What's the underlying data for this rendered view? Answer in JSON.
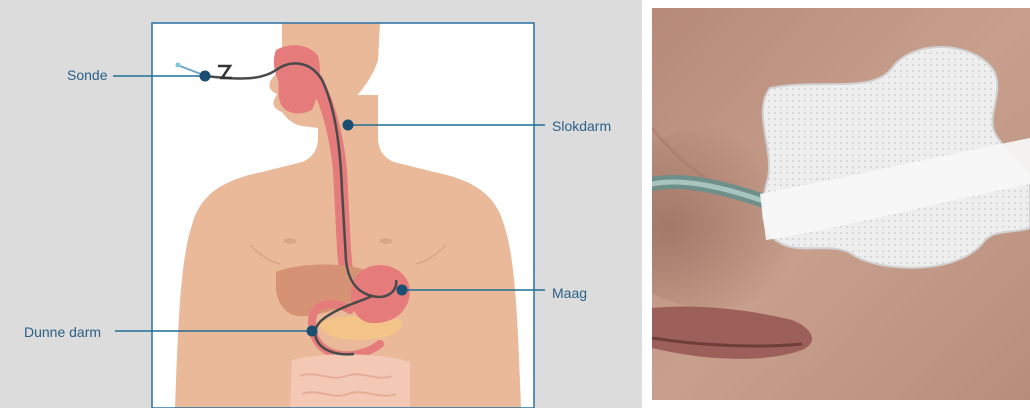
{
  "labels": {
    "sonde": "Sonde",
    "slokdarm": "Slokdarm",
    "maag": "Maag",
    "dunne_darm": "Dunne darm"
  },
  "colors": {
    "background": "#dcdcdc",
    "frame": "#2a6f9e",
    "label_text": "#2a5f86",
    "leader_line": "#1f6f95",
    "marker": "#1a4f72",
    "skin": "#e9b99a",
    "organ": "#e57b7b"
  },
  "icons": {
    "photo": "nasogastric-tube-on-nose-photo"
  }
}
